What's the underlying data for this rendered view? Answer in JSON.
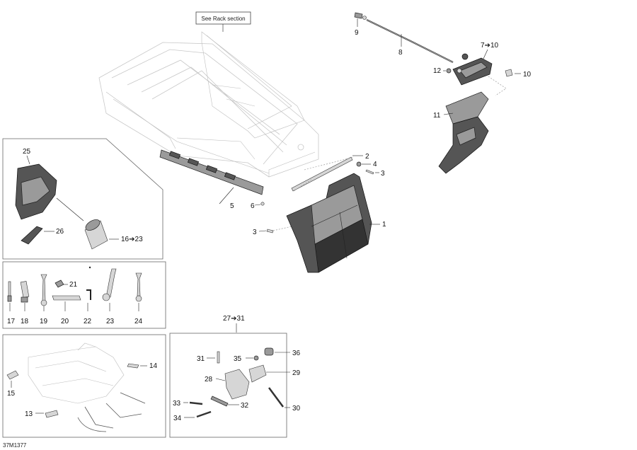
{
  "diagram": {
    "reference_box": "See Rack section",
    "figure_code": "37M1377",
    "labels": {
      "p1": "1",
      "p2": "2",
      "p3a": "3",
      "p3b": "3",
      "p4": "4",
      "p5": "5",
      "p6": "6",
      "p7_10": "7➔10",
      "p8": "8",
      "p9": "9",
      "p10": "10",
      "p11": "11",
      "p12": "12",
      "p13": "13",
      "p14": "14",
      "p15": "15",
      "p16_23": "16➔23",
      "p17": "17",
      "p18": "18",
      "p19": "19",
      "p20": "20",
      "p21": "21",
      "p22": "22",
      "p23": "23",
      "p24": "24",
      "p25": "25",
      "p26": "26",
      "p27_31": "27➔31",
      "p28": "28",
      "p29": "29",
      "p30": "30",
      "p31": "31",
      "p32": "32",
      "p33": "33",
      "p34": "34",
      "p35": "35",
      "p36": "36"
    }
  }
}
